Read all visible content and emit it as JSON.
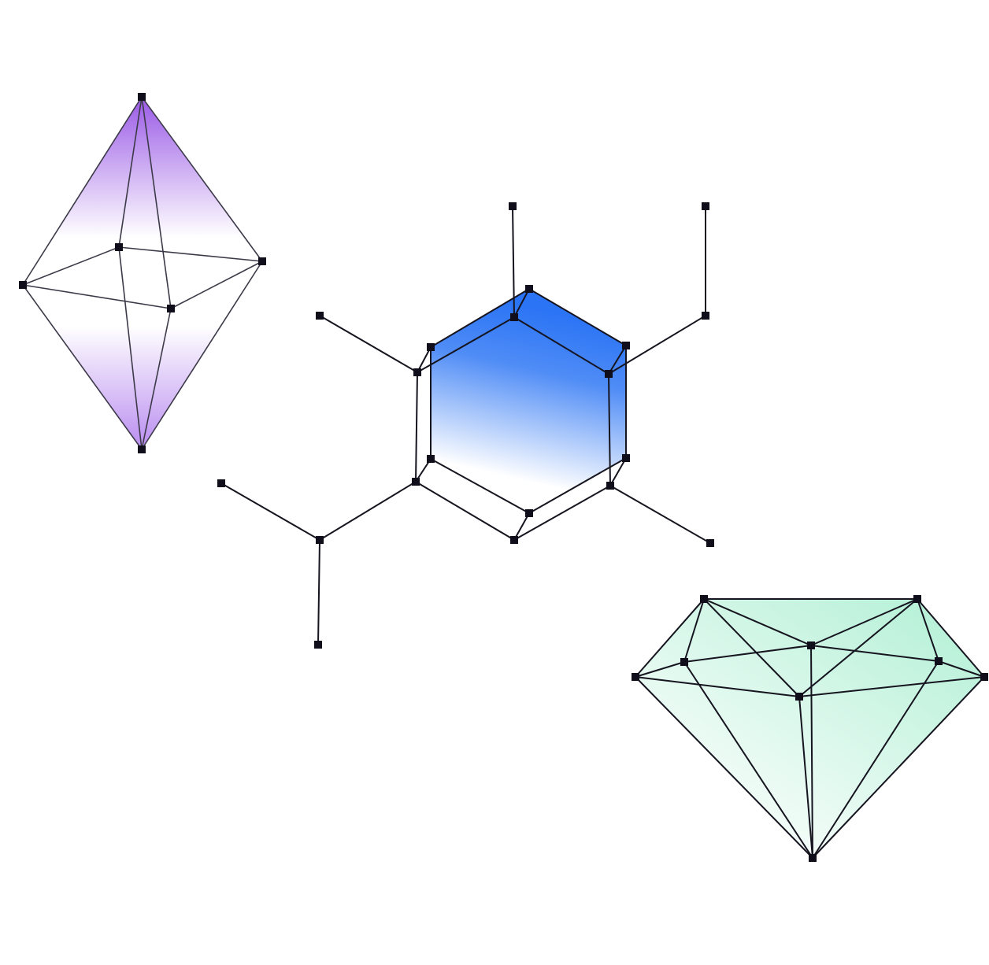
{
  "colors": {
    "background": "#ffffff",
    "edge": "#15141f",
    "node": "#0f0e1a",
    "octahedron_fill": "#9a5ae6",
    "hexagon_fill": "#2b74f5",
    "diamond_fill": "#b4f0d6"
  },
  "shapes": [
    "octahedron",
    "hexagonal-prism-molecule",
    "diamond"
  ]
}
